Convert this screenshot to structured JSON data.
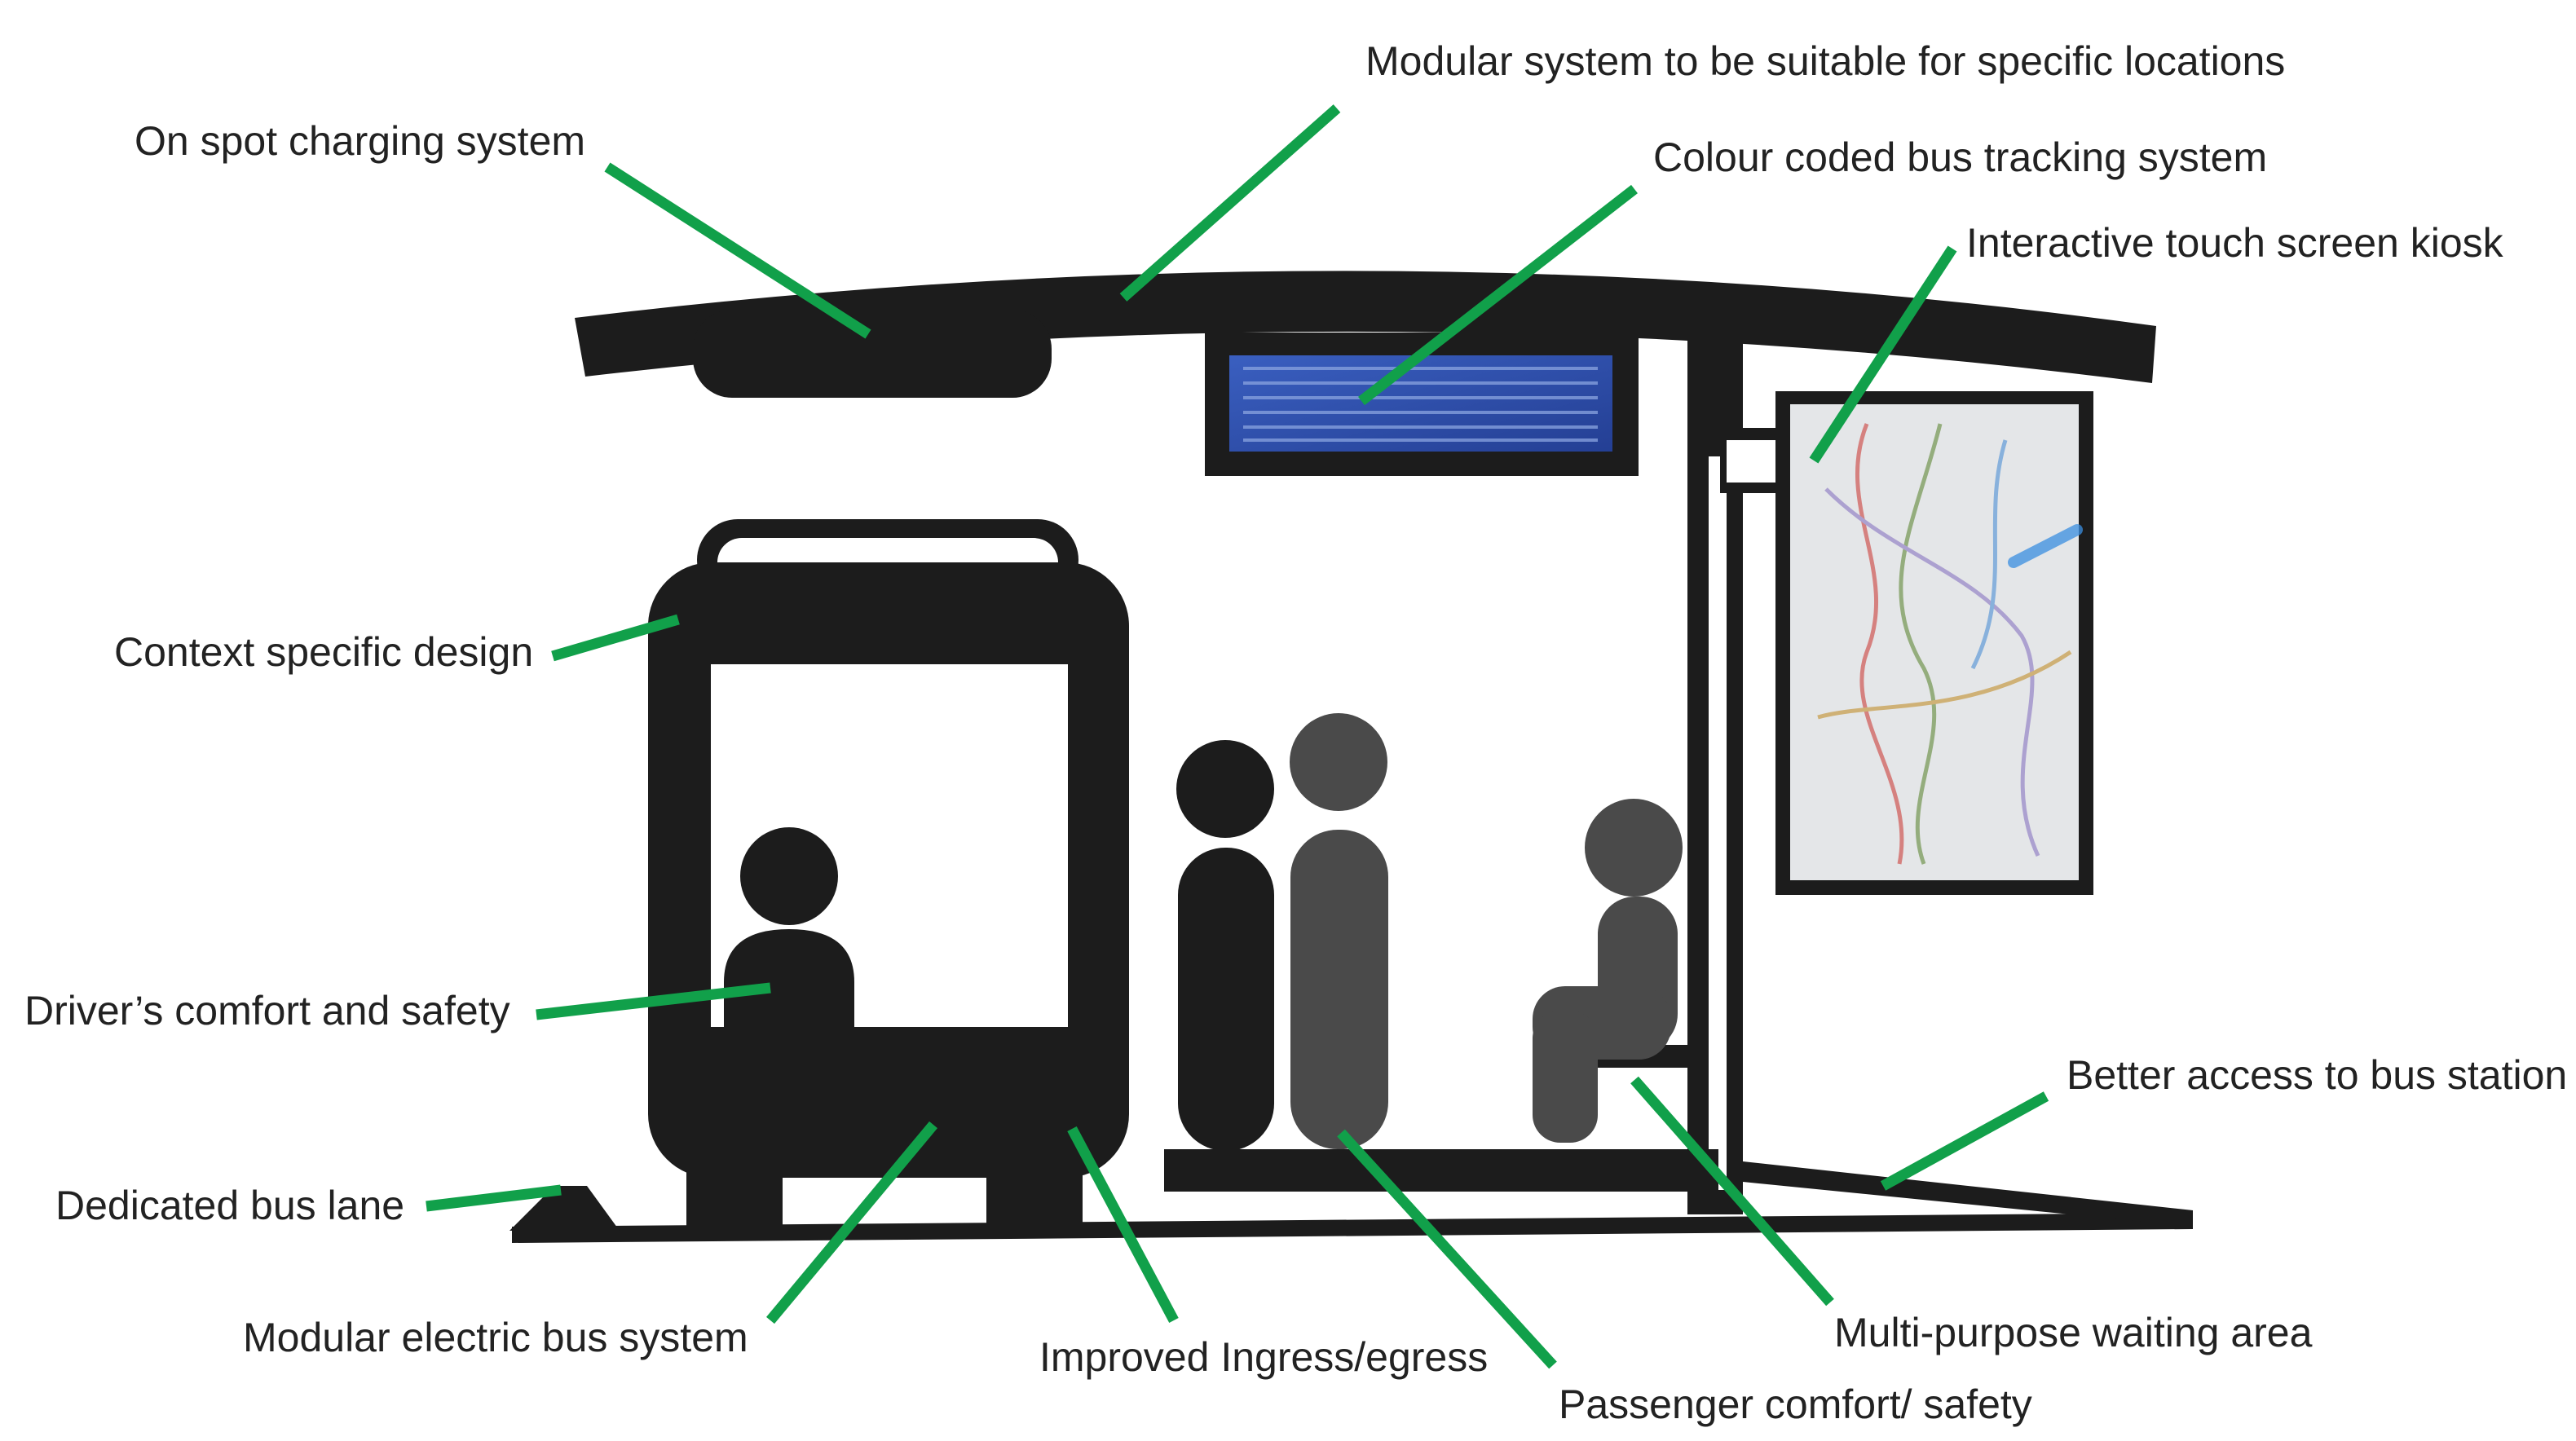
{
  "colors": {
    "leader": "#11a04a",
    "silhouette": "#1c1c1c",
    "figure_grey": "#4a4a4a",
    "screen_blue": "#2d4ea8",
    "kiosk_bg": "#e4e6e8",
    "label_text": "#222222"
  },
  "labels": {
    "modular_system": "Modular system to be suitable for specific locations",
    "on_spot_charging": "On spot charging system",
    "colour_coded_tracking": "Colour coded bus tracking system",
    "touch_screen_kiosk": "Interactive touch screen kiosk",
    "context_specific_design": "Context specific design",
    "drivers_comfort": "Driver’s comfort and safety",
    "better_access": "Better access to bus station",
    "dedicated_bus_lane": "Dedicated bus lane",
    "modular_electric_bus": "Modular electric bus system",
    "improved_ingress": "Improved Ingress/egress",
    "multi_purpose_waiting": "Multi-purpose waiting area",
    "passenger_comfort": "Passenger comfort/ safety"
  }
}
